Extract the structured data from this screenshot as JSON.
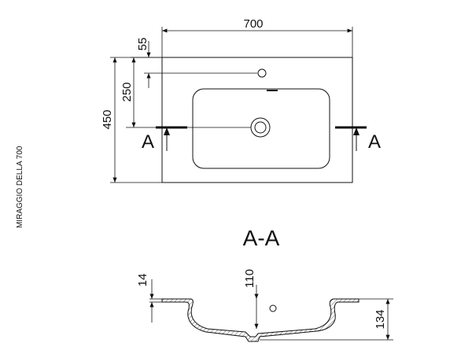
{
  "plan": {
    "width_label": "700",
    "depth_label": "450",
    "tap_offset_label": "55",
    "drain_offset_label": "250",
    "section_mark_left": "A",
    "section_mark_right": "A"
  },
  "section": {
    "title": "A-A",
    "rim_label": "14",
    "drain_depth_label": "110",
    "height_label": "134"
  },
  "side_label": "MIRAGGIO DELLA 700"
}
